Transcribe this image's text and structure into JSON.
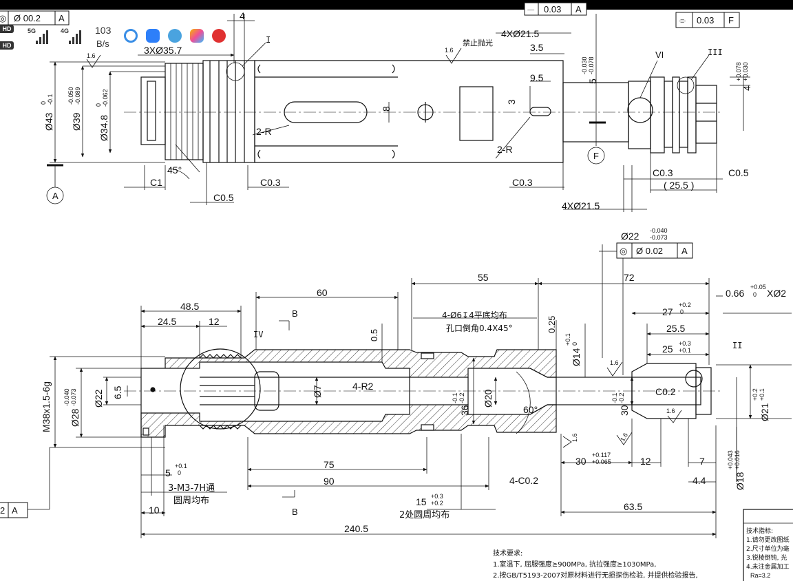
{
  "status_bar": {
    "sim1": "HD 1",
    "sim2": "HD 2",
    "net1": "5G",
    "net2": "4G",
    "speed_value": "103",
    "speed_unit": "B/s"
  },
  "colors": {
    "ink": "#111111",
    "hatch": "#222222",
    "leader": "#444444",
    "status_bar_bg": "#000000"
  },
  "icons": [
    "app-icon-blue-circle",
    "app-icon-blue-square",
    "app-icon-globe",
    "app-icon-colorful",
    "app-icon-red-circle"
  ],
  "top_view": {
    "fcf_runout": {
      "symbol": "◎",
      "zone": "Ø 00.2",
      "datum": "A"
    },
    "fcf_parallel": {
      "symbol": "⏤",
      "zone": "0.03",
      "datum": "A"
    },
    "fcf_symmetry": {
      "symbol": "⌯",
      "zone": "0.03",
      "datum": "F"
    },
    "dim_43": {
      "text": "Ø43",
      "tol_upper": "0",
      "tol_lower": "-0.1"
    },
    "dim_39": {
      "text": "Ø39",
      "tol_upper": "-0.050",
      "tol_lower": "-0.089"
    },
    "dim_34_8": {
      "text": "Ø34.8",
      "tol_upper": "0",
      "tol_lower": "-0.062"
    },
    "dim_3x35_7": "3XØ35.7",
    "dim_4": "4",
    "roughness_16": "1.6",
    "roughness_16b": "1.6",
    "note_polish": "禁止抛光",
    "dim_4x21_5_top": "4XØ21.5",
    "dim_3_5": "3.5",
    "dim_5": {
      "text": "5",
      "tol_upper": "-0.030",
      "tol_lower": "-0.078"
    },
    "dim_9_5": "9.5",
    "dim_3": "3",
    "dim_8": "8",
    "label_2r_left": "2-R",
    "label_2r_right": "2-R",
    "dim_45": "45°",
    "dim_c1": "C1",
    "dim_c03_a": "C0.3",
    "dim_c05_a": "C0.5",
    "dim_c03_b": "C0.3",
    "dim_c03_c": "C0.3",
    "dim_25_5": "( 25.5 )",
    "dim_c05_b": "C0.5",
    "dim_4x21_5_bottom": "4XØ21.5",
    "dim_4_right": {
      "text": "4",
      "tol_upper": "+0.078",
      "tol_lower": "+0.030"
    },
    "detail_i": "I",
    "detail_vi": "VI",
    "detail_iii": "III",
    "datum_a": "A",
    "datum_f": "F"
  },
  "bottom_view": {
    "dim_22_top": {
      "text": "Ø22",
      "tol_upper": "-0.040",
      "tol_lower": "-0.073"
    },
    "fcf_concentric": {
      "symbol": "◎",
      "zone": "Ø 0.02",
      "datum": "A"
    },
    "dim_55": "55",
    "dim_72": "72",
    "dim_066": {
      "text": "0.66",
      "tol_upper": "+0.05",
      "tol_lower": "0",
      "suffix": "XØ2"
    },
    "dim_60_top": "60",
    "dim_48_5": "48.5",
    "dim_24_5": "24.5",
    "dim_12_top": "12",
    "section_b_top": "B",
    "note_holes_line1": "4-Ø6↧4平底均布",
    "note_holes_line2": "孔口倒角0.4X45°",
    "dim_0_5": "0.5",
    "dim_0_25": "0.25",
    "dim_14": {
      "text": "Ø14",
      "tol_upper": "+0.1",
      "tol_lower": "0"
    },
    "dim_27": {
      "text": "27",
      "tol_upper": "+0.2",
      "tol_lower": "0"
    },
    "dim_25_5b": "25.5",
    "dim_25": {
      "text": "25",
      "tol_upper": "+0.3",
      "tol_lower": "+0.1"
    },
    "detail_iv": "IV",
    "detail_ii": "II",
    "thread_m38": "M38x1.5-6g",
    "dim_28": {
      "text": "Ø28",
      "tol_upper": "-0.040",
      "tol_lower": "-0.073"
    },
    "dim_22": "Ø22",
    "dim_6_5": "6.5",
    "dim_7": "Ø7",
    "label_4r2": "4-R2",
    "dim_36": {
      "text": "36",
      "tol_upper": "-0.1",
      "tol_lower": "-0.2"
    },
    "dim_20": "Ø20",
    "dim_60deg": "60°",
    "dim_30": {
      "text": "30",
      "tol_upper": "-0.1",
      "tol_lower": "-0.2"
    },
    "dim_c0_2": "C0.2",
    "roughness_1": "1.6",
    "roughness_2": "1.6",
    "roughness_3": "1.6",
    "roughness_4": "1.6",
    "dim_21": {
      "text": "Ø21",
      "tol_upper": "+0.2",
      "tol_lower": "+0.1"
    },
    "dim_18": {
      "text": "Ø18",
      "tol_upper": "+0.043",
      "tol_lower": "+0.016"
    },
    "dim_5": {
      "text": "5",
      "tol_upper": "+0.1",
      "tol_lower": "0"
    },
    "dim_75": "75",
    "dim_90": "90",
    "dim_4c02": "4-C0.2",
    "dim_30b": {
      "text": "30",
      "tol_upper": "+0.117",
      "tol_lower": "+0.065"
    },
    "dim_12_bottom": "12",
    "dim_7_right": "7",
    "dim_4_4": "4.4",
    "note_thread_line1": "3-M3-7H通",
    "note_thread_line2": "圆周均布",
    "dim_10": "10",
    "dim_15": {
      "text": "15",
      "tol_upper": "+0.3",
      "tol_lower": "+0.2"
    },
    "note_2places": "2处圆周均布",
    "section_b_bottom": "B",
    "dim_63_5": "63.5",
    "dim_240_5": "240.5",
    "fcf_left_partial": {
      "zone": "2",
      "datum": "A"
    }
  },
  "notes": {
    "title": "技术要求:",
    "line1": "1.室温下, 屈服强度≥900MPa, 抗拉强度≥1030MPa,",
    "line2": "2.按GB/T5193-2007对原材料进行无损探伤检验, 并提供检验报告,"
  },
  "spec_box": {
    "title": "技术指标:",
    "line1": "1.请勿更改图纸",
    "line2": "2.尺寸单位为毫",
    "line3": "3.锐棱倒钝, 光",
    "line4": "4.未注金属加工",
    "line5": "Ra=3.2"
  }
}
